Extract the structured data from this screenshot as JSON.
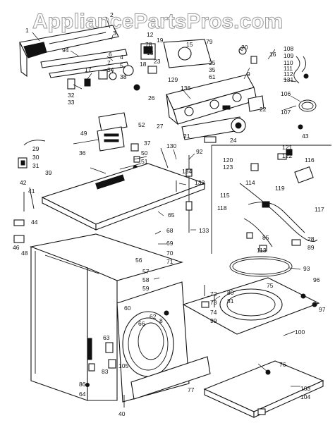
{
  "watermark": "AppliancePartsPros.com",
  "callouts": {
    "c1": "1",
    "c2": "2",
    "c3": "3",
    "c94": "94",
    "c6": "6",
    "c4": "4",
    "c5": "5",
    "c32": "32",
    "c33": "33",
    "c17": "17",
    "c34": "34",
    "c7": "7",
    "c38": "38",
    "c12": "12",
    "c19": "19",
    "c78": "78",
    "c13": "13",
    "c15": "15",
    "c79": "79",
    "c20": "20",
    "c16": "16",
    "c18": "18",
    "c23": "23",
    "c25": "25",
    "c35": "35",
    "c61": "61",
    "c9": "9",
    "c129": "129",
    "c136": "136",
    "c26": "26",
    "c27": "27",
    "c21": "21",
    "c24": "24",
    "c22": "22",
    "c92": "92",
    "c108": "108",
    "c109": "109",
    "c110": "110",
    "c111": "111",
    "c112": "112",
    "c131": "131",
    "c106": "106",
    "c107": "107",
    "c43": "43",
    "c49": "49",
    "c52": "52",
    "c29": "29",
    "c30": "30",
    "c31": "31",
    "c36": "36",
    "c39": "39",
    "c42": "42",
    "c41": "41",
    "c37": "37",
    "c50": "50",
    "c51": "51",
    "c130": "130",
    "c134": "134",
    "c132": "132",
    "c121": "121",
    "c122": "122",
    "c120": "120",
    "c123": "123",
    "c116": "116",
    "c114": "114",
    "c115": "115",
    "c119": "119",
    "c117": "117",
    "c118": "118",
    "c44": "44",
    "c65": "65",
    "c68": "68",
    "c133": "133",
    "c46": "46",
    "c48": "48",
    "c69": "69",
    "c70": "70",
    "c71": "71",
    "c56": "56",
    "c57": "57",
    "c58": "58",
    "c59": "59",
    "c85": "85",
    "c113": "113",
    "c28": "28",
    "c89": "89",
    "c93": "93",
    "c72": "72",
    "c73": "73",
    "c74": "74",
    "c99": "99",
    "c80": "80",
    "c81": "81",
    "c75": "75",
    "c96": "96",
    "c97": "97",
    "c60": "60",
    "c62": "62",
    "c66": "66",
    "c8": "8",
    "c63": "63",
    "c105": "105",
    "c83": "83",
    "c86": "86",
    "c64": "64",
    "c40": "40",
    "c100": "100",
    "c76": "76",
    "c77": "77",
    "c103": "103",
    "c104": "104"
  }
}
